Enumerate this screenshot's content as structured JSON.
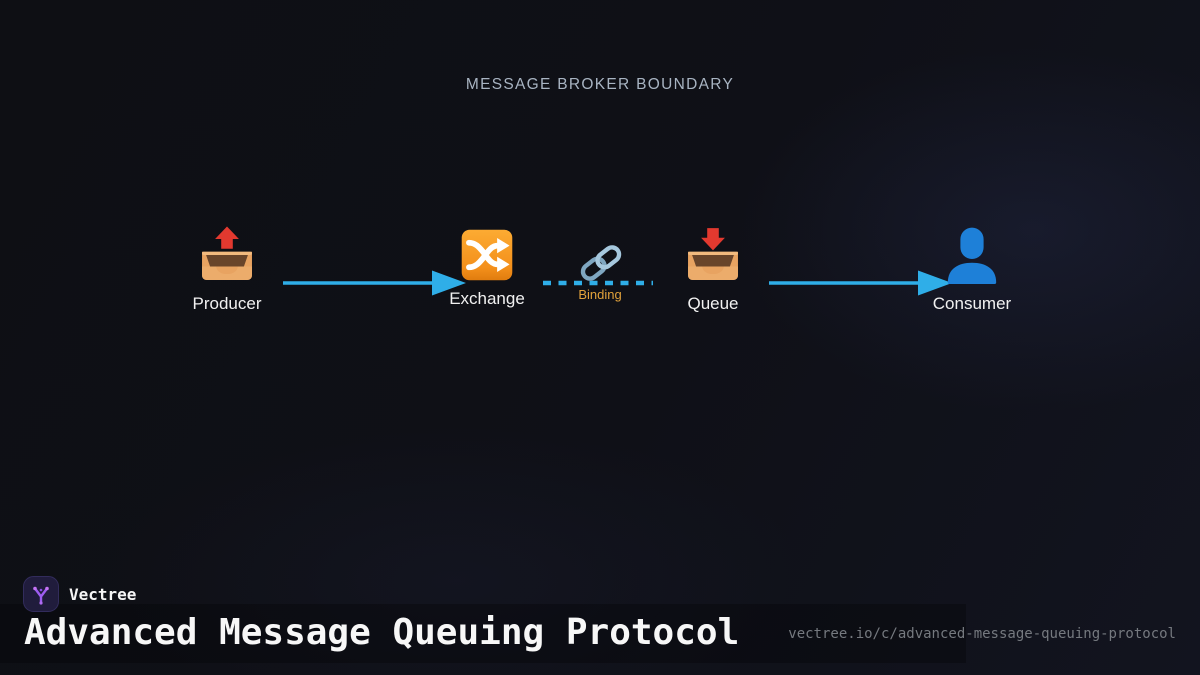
{
  "diagram": {
    "boundary_title": "MESSAGE BROKER BOUNDARY",
    "nodes": [
      {
        "id": "producer",
        "label": "Producer",
        "icon": "outbox-tray-icon"
      },
      {
        "id": "exchange",
        "label": "Exchange",
        "icon": "shuffle-icon"
      },
      {
        "id": "queue",
        "label": "Queue",
        "icon": "inbox-tray-icon"
      },
      {
        "id": "consumer",
        "label": "Consumer",
        "icon": "person-silhouette-icon"
      }
    ],
    "edges": [
      {
        "from": "Producer",
        "to": "Exchange",
        "style": "solid-arrow"
      },
      {
        "from": "Exchange",
        "to": "Queue",
        "style": "dashed-line",
        "label": "Binding",
        "icon": "link-icon"
      },
      {
        "from": "Queue",
        "to": "Consumer",
        "style": "solid-arrow"
      }
    ],
    "colors": {
      "arrow": "#2FAEE8",
      "binding_label": "#E2A23B",
      "boundary_title_text": "#A8B4C2",
      "node_label_text": "#F1F1F1"
    }
  },
  "footer": {
    "brand": "Vectree",
    "title": "Advanced Message Queuing Protocol",
    "url": "vectree.io/c/advanced-message-queuing-protocol",
    "brand_accent_color": "#A855F7"
  }
}
